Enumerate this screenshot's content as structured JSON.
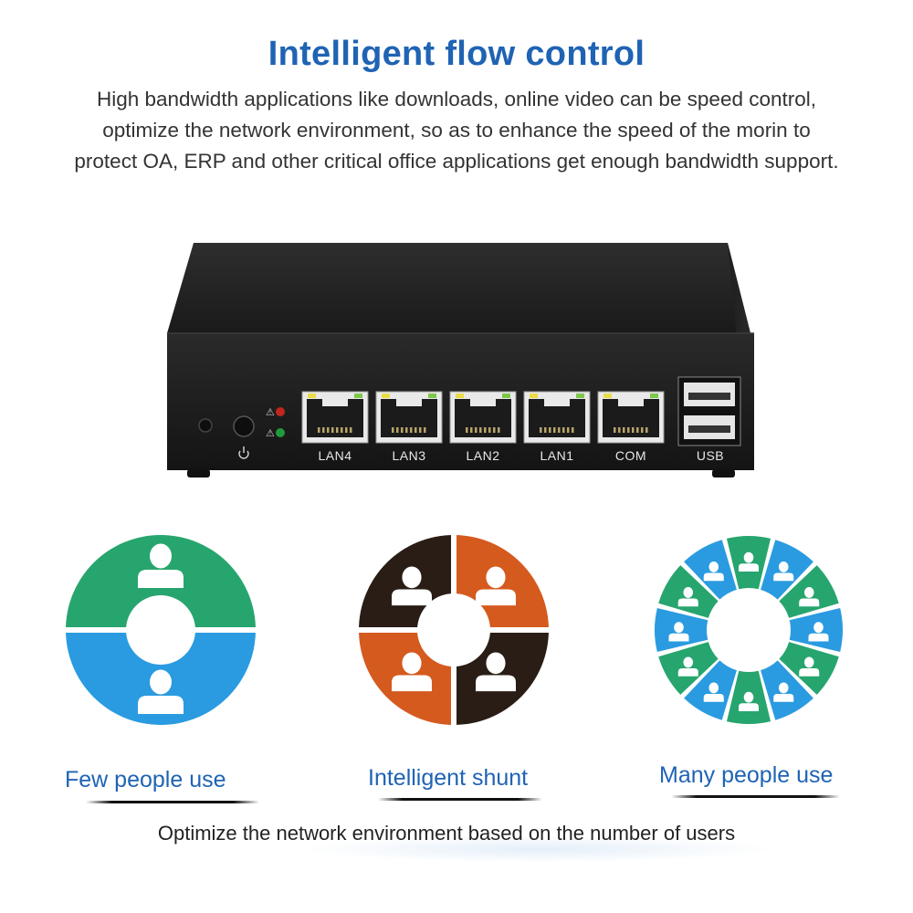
{
  "title": "Intelligent flow control",
  "description": [
    "High bandwidth applications like downloads, online video can be speed control,",
    "optimize the network environment, so as to enhance the speed of the morin to",
    "protect OA, ERP and other critical office applications get enough bandwidth support."
  ],
  "ports": [
    "LAN4",
    "LAN3",
    "LAN2",
    "LAN1",
    "COM",
    "USB"
  ],
  "diagrams": [
    {
      "caption": "Few people use"
    },
    {
      "caption": "Intelligent shunt"
    },
    {
      "caption": "Many people use"
    }
  ],
  "footer": "Optimize the network environment based on the number of users",
  "colors": {
    "title_blue": "#1f63b4",
    "green": "#27a56e",
    "blue": "#2a9be0",
    "orange": "#d55a1e",
    "dark_brown": "#2a1d16"
  }
}
